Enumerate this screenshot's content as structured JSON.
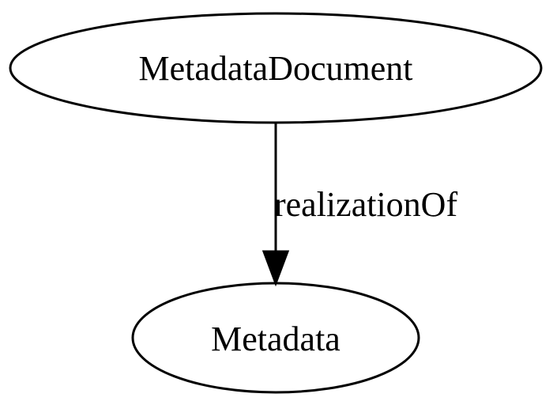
{
  "nodes": {
    "source": {
      "label": "MetadataDocument"
    },
    "target": {
      "label": "Metadata"
    }
  },
  "edges": [
    {
      "from": "MetadataDocument",
      "to": "Metadata",
      "label": "realizationOf"
    }
  ]
}
